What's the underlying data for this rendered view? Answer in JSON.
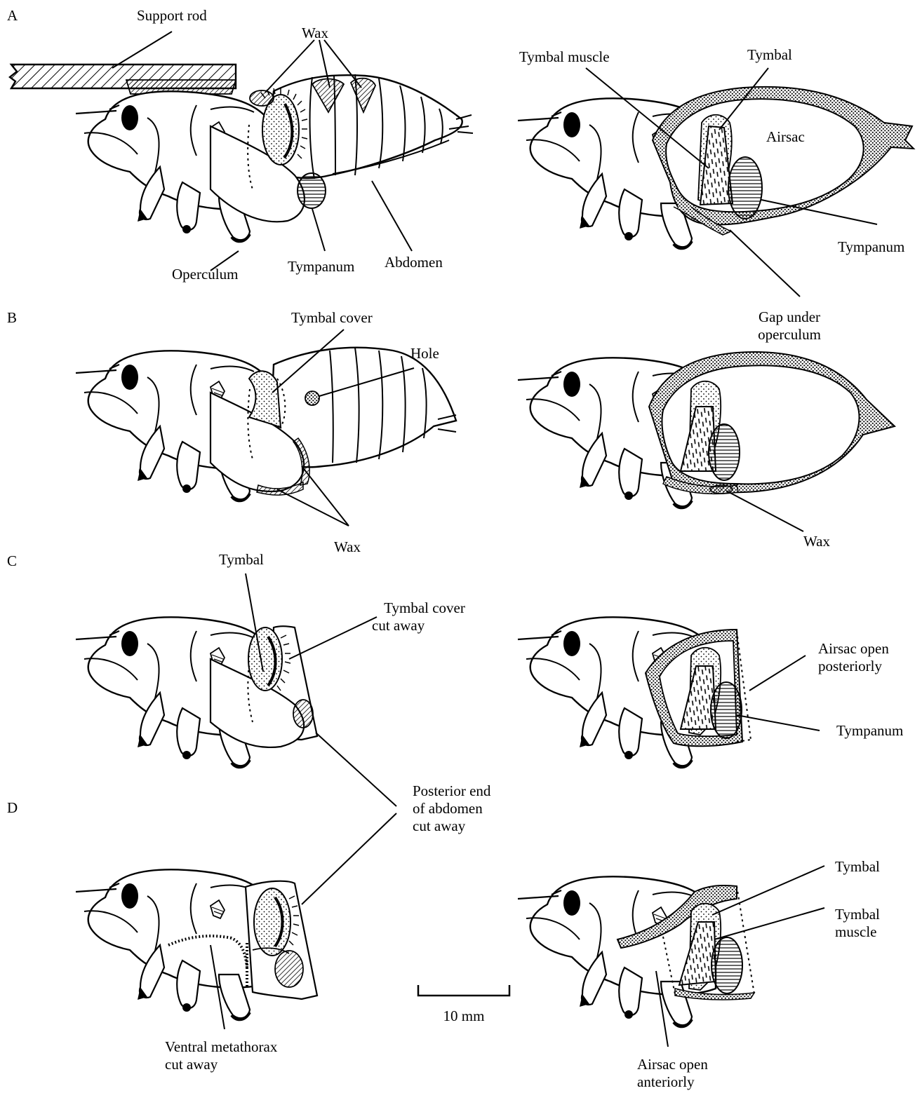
{
  "panels": [
    "A",
    "B",
    "C",
    "D"
  ],
  "labels": {
    "support_rod": "Support rod",
    "wax_a": "Wax",
    "operculum": "Operculum",
    "tympanum_a": "Tympanum",
    "abdomen": "Abdomen",
    "tymbal_muscle_a": "Tymbal muscle",
    "tymbal_a": "Tymbal",
    "airsac": "Airsac",
    "tympanum_a_right": "Tympanum",
    "gap_under_operculum": [
      "Gap under",
      "operculum"
    ],
    "tymbal_cover": "Tymbal cover",
    "hole": "Hole",
    "wax_b_left": "Wax",
    "wax_b_right": "Wax",
    "tymbal_c": "Tymbal",
    "tymbal_cover_cut": [
      "Tymbal cover",
      "cut away"
    ],
    "airsac_open_post": [
      "Airsac open",
      "posteriorly"
    ],
    "tympanum_c": "Tympanum",
    "posterior_end": [
      "Posterior end",
      "of abdomen",
      "cut away"
    ],
    "tymbal_d": "Tymbal",
    "tymbal_muscle_d": [
      "Tymbal",
      "muscle"
    ],
    "ventral_metathorax": [
      "Ventral metathorax",
      "cut away"
    ],
    "airsac_open_ant": [
      "Airsac open",
      "anteriorly"
    ],
    "scale_bar": "10 mm"
  }
}
